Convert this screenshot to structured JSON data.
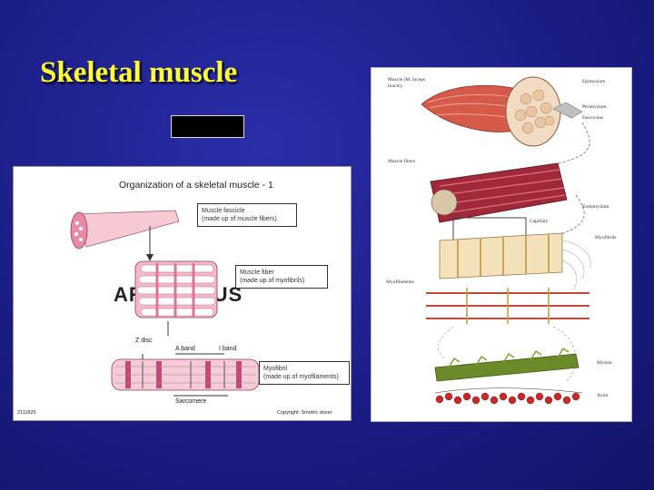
{
  "slide": {
    "title": "Skeletal muscle"
  },
  "left_figure": {
    "title": "Organization of a skeletal muscle - 1",
    "muscle_label": [
      "Muscle fascicle",
      "(made up of muscle fibers)"
    ],
    "fiber_label": [
      "Muscle fiber",
      "(made up of myofibrils)"
    ],
    "myofibril_label": [
      "Myofibril",
      "(made up of myofilaments)"
    ],
    "zdisc": "Z disc",
    "aband": "A band",
    "iband": "I band",
    "sarcomere": "Sarcomere",
    "code": "2111825",
    "copyright": "Copyright: Smotric dover",
    "watermark": "AROUND US"
  },
  "right_figure": {
    "labels": {
      "muscle": [
        "Muscle (M. biceps",
        "brachi)"
      ],
      "epimysium": "Epimysium",
      "perimysium": "Perimysium",
      "fasciculus": "Fasciculus",
      "muscle_fibers": "Muscle fibers",
      "endomysium": "Endomysium",
      "capillary": "Capillary",
      "myofibrils": "Myofibrils",
      "myofilaments": "Myofilaments",
      "myosin": "Myosin",
      "actin": "Actin"
    }
  },
  "colors": {
    "background": "#1b1d86",
    "title": "#ffff33"
  }
}
